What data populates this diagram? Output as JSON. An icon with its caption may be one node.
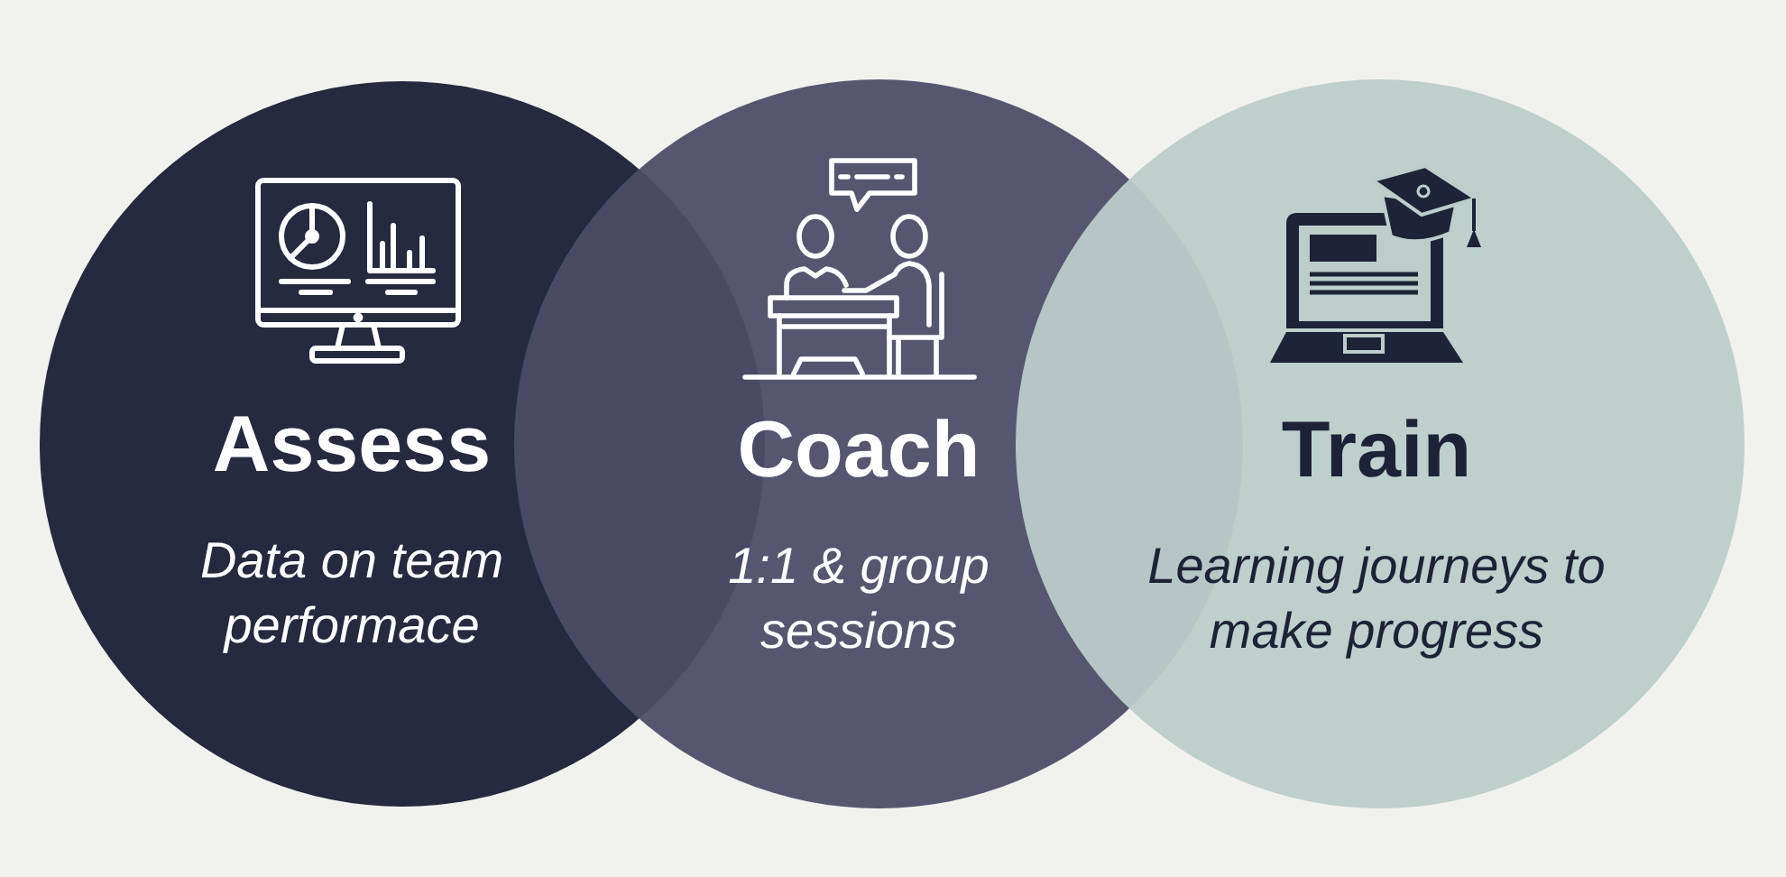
{
  "diagram": {
    "nodes": [
      {
        "text": [
          "Assess",
          "Data on team performace"
        ]
      },
      {
        "text": [
          "Coach",
          "1:1 & group sessions"
        ]
      },
      {
        "text": [
          "Train",
          "Learning journeys to make progress"
        ]
      }
    ]
  }
}
